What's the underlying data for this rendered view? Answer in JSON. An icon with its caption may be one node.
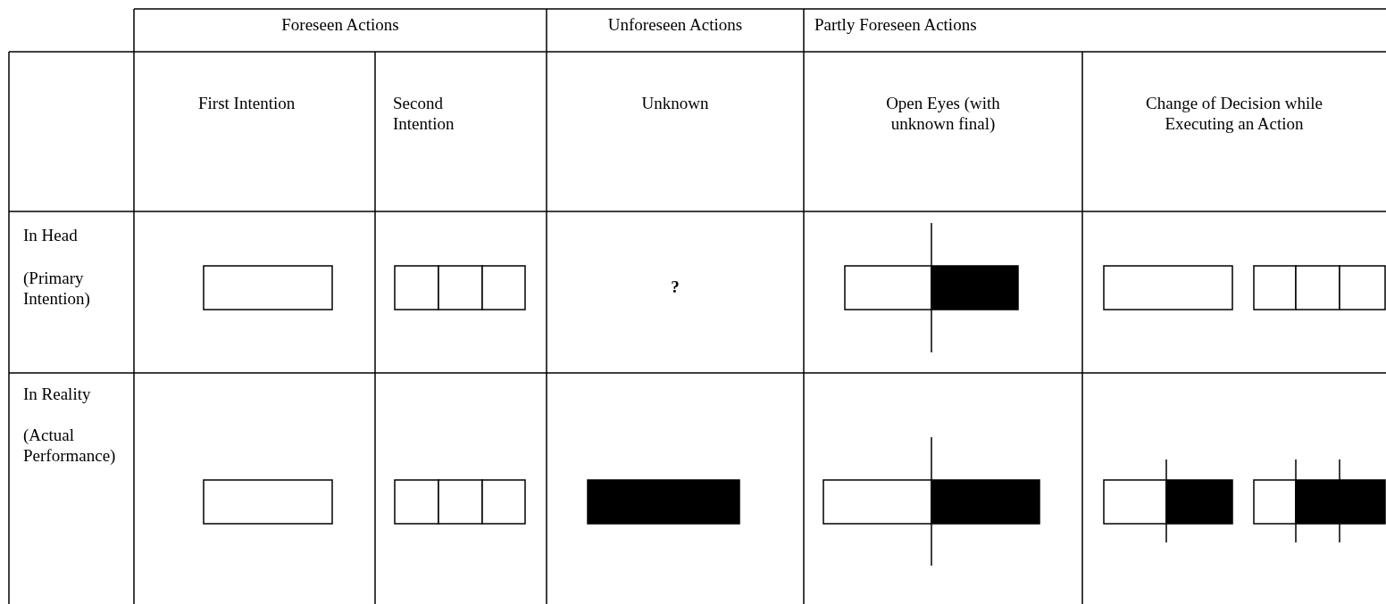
{
  "diagram": {
    "labels": [
      "Foreseen Actions",
      "Unforeseen Actions",
      "Partly Foreseen Actions",
      "First Intention",
      "Second Intention",
      "Unknown",
      "Open Eyes (with unknown final)",
      "Change of Decision while Executing an Action",
      "In Head",
      "(Primary Intention)",
      "?",
      "In Reality",
      "(Actual Performance)"
    ]
  }
}
